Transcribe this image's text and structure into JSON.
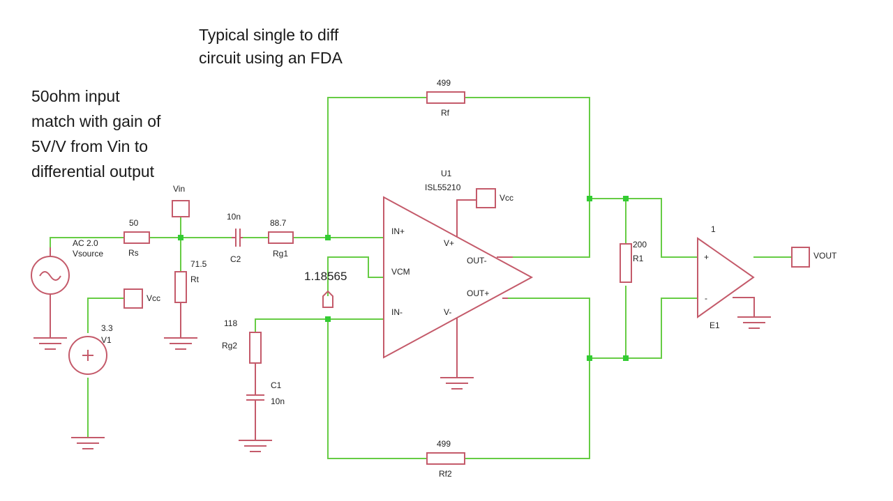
{
  "title": {
    "line1": "Typical single to diff",
    "line2": "circuit using an FDA"
  },
  "description": {
    "line1": "50ohm input",
    "line2": "match with gain of",
    "line3": "5V/V from Vin to",
    "line4": "differential output"
  },
  "components": {
    "vsource": {
      "name": "Vsource",
      "value": "AC 2.0"
    },
    "rs": {
      "name": "Rs",
      "value": "50"
    },
    "rt": {
      "name": "Rt",
      "value": "71.5"
    },
    "c2": {
      "name": "C2",
      "value": "10n"
    },
    "rg1": {
      "name": "Rg1",
      "value": "88.7"
    },
    "rf": {
      "name": "Rf",
      "value": "499"
    },
    "rf2": {
      "name": "Rf2",
      "value": "499"
    },
    "rg2": {
      "name": "Rg2",
      "value": "118"
    },
    "c1": {
      "name": "C1",
      "value": "10n"
    },
    "v1": {
      "name": "V1",
      "value": "3.3"
    },
    "vcm_level": "1.18565",
    "r1": {
      "name": "R1",
      "value": "200"
    },
    "u1": {
      "name": "U1",
      "part": "ISL55210"
    },
    "e1": {
      "name": "E1",
      "gain": "1"
    }
  },
  "pins": {
    "in_plus": "IN+",
    "in_minus": "IN-",
    "vcm": "VCM",
    "v_plus": "V+",
    "v_minus": "V-",
    "out_minus": "OUT-",
    "out_plus": "OUT+",
    "e_plus": "+",
    "e_minus": "-"
  },
  "nets": {
    "vin": "Vin",
    "vcc": "Vcc",
    "vout": "VOUT"
  },
  "colors": {
    "wire": "#66cc44",
    "component": "#c45a6a",
    "node": "#33cc33"
  }
}
